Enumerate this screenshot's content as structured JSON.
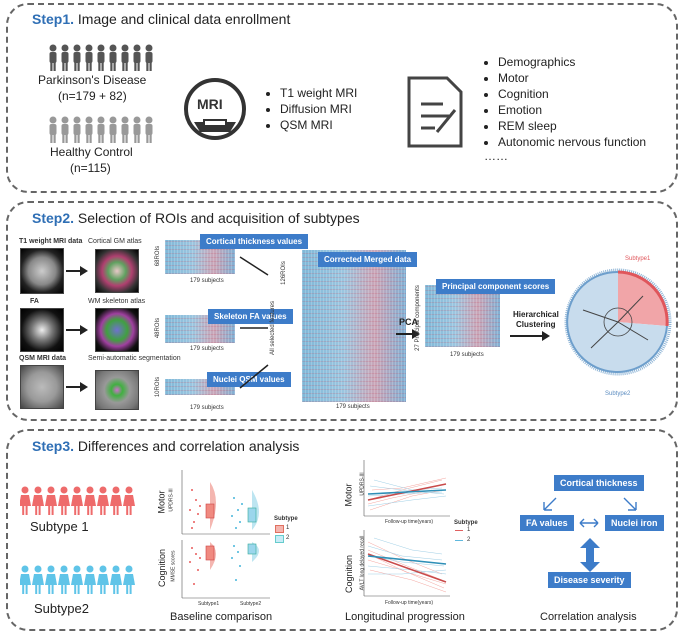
{
  "step1": {
    "heading_step": "Step1.",
    "heading_text": "Image and clinical data enrollment",
    "pd_label": "Parkinson's Disease",
    "pd_n": "(n=179 + 82)",
    "hc_label": "Healthy Control",
    "hc_n": "(n=115)",
    "mri_badge": "MRI",
    "mri_items": [
      "T1 weight MRI",
      "Diffusion MRI",
      "QSM MRI"
    ],
    "clinical_items": [
      "Demographics",
      "Motor",
      "Cognition",
      "Emotion",
      "REM sleep",
      "Autonomic nervous function"
    ],
    "ellipsis": "……",
    "colors": {
      "pd": "#555555",
      "hc": "#999999",
      "accent": "#2f6fb5"
    }
  },
  "step2": {
    "heading_step": "Step2.",
    "heading_text": "Selection of ROIs and acquisition of subtypes",
    "t1_label": "T1 weight MRI data",
    "gm_atlas": "Cortical GM atlas",
    "fa_label": "FA",
    "wm_atlas": "WM skeleton atlas",
    "qsm_label": "QSM MRI data",
    "seg_label": "Semi-automatic segmentation",
    "ct_banner": "Cortical thickness values",
    "fa_banner": "Skeleton FA values",
    "qsm_banner": "Nuclei QSM values",
    "merged_banner": "Corrected Merged data",
    "pc_banner": "Principal component scores",
    "rois_68": "68ROIs",
    "rois_48": "48ROIs",
    "rois_10": "10ROIs",
    "rois_126": "126ROIs",
    "subjects": "179 subjects",
    "all_features": "All selected features",
    "pc_components": "27 Principal components",
    "pca": "PCA",
    "hc_line1": "Hierarchical",
    "hc_line2": "Clustering",
    "subtype1": "Subtype1",
    "subtype2": "Subtype2",
    "colors": {
      "subtype1": "#e0565b",
      "subtype2": "#8fb5d6",
      "banner": "#3d7cc9"
    }
  },
  "step3": {
    "heading_step": "Step3.",
    "heading_text": "Differences and correlation analysis",
    "subtype1_label": "Subtype 1",
    "subtype2_label": "Subtype2",
    "motor": "Motor",
    "cognition": "Cognition",
    "updrs_axis": "UPDRS-III",
    "mmse_axis": "MMSE scores",
    "subtype_legend_title": "Subtype",
    "legend_1": "1",
    "legend_2": "2",
    "x_sub1": "Subtype1",
    "x_sub2": "Subtype2",
    "baseline_caption": "Baseline comparison",
    "long_caption": "Longitudinal progression",
    "followup": "Follow-up time(years)",
    "avlt_axis": "AVLT long delayed recall",
    "updrs_long_axis": "UPDRS-III",
    "corr_ct": "Cortical thickness",
    "corr_fa": "FA values",
    "corr_iron": "Nuclei iron",
    "corr_sev": "Disease severity",
    "corr_caption": "Correlation analysis",
    "colors": {
      "subtype1": "#ee6b6b",
      "subtype2": "#5fc4e8"
    }
  }
}
